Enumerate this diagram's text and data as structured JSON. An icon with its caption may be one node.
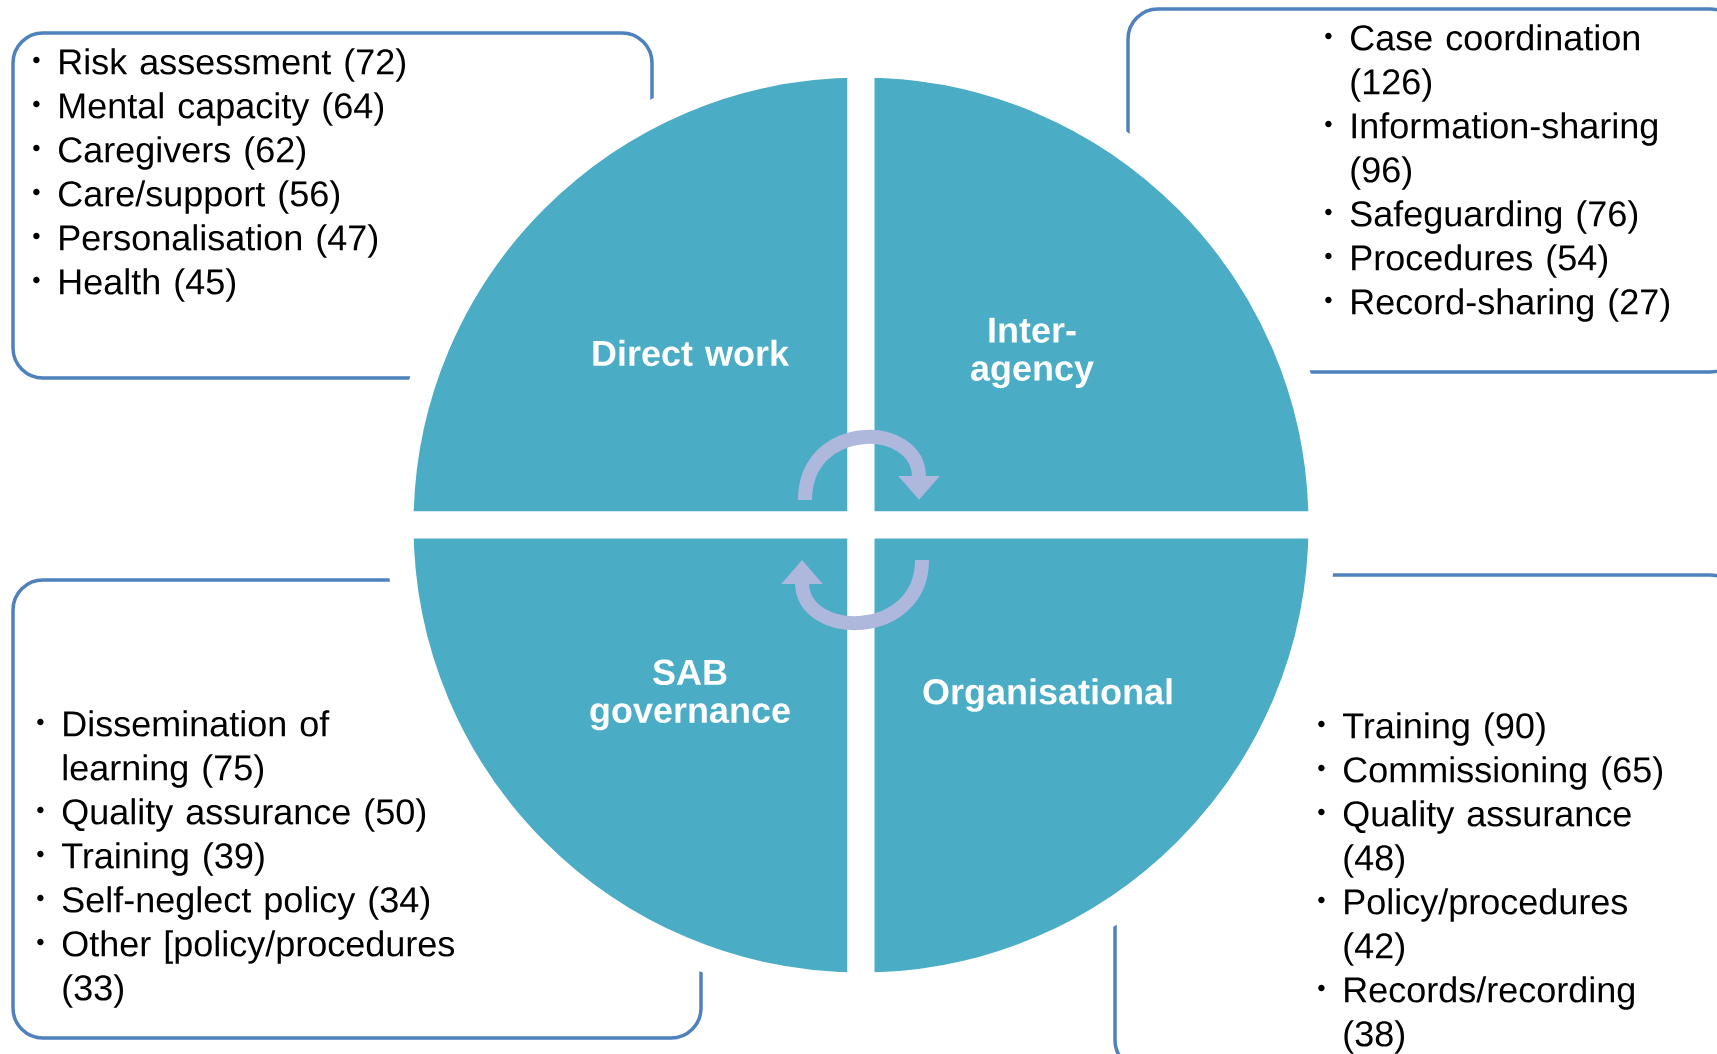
{
  "diagram": {
    "nodes": [
      {
        "text": [
          "Risk assessment (72)",
          "Mental capacity (64)",
          "Caregivers (62)",
          "Care/support (56)",
          "Personalisation (47)",
          "Health (45)"
        ]
      },
      {
        "text": [
          "Case coordination (126)",
          "Information-sharing (96)",
          "Safeguarding (76)",
          "Procedures (54)",
          "Record-sharing (27)"
        ]
      },
      {
        "text": [
          "Dissemination of learning (75)",
          "Quality assurance (50)",
          "Training (39)",
          "Self-neglect policy (34)",
          "Other [policy/procedures (33)"
        ]
      },
      {
        "text": [
          "Training (90)",
          "Commissioning (65)",
          "Quality assurance (48)",
          "Policy/procedures (42)",
          "Records/recording (38)"
        ]
      },
      {
        "text": [
          "Direct work"
        ]
      },
      {
        "text": [
          "Inter- agency"
        ]
      },
      {
        "text": [
          "SAB governance"
        ]
      },
      {
        "text": [
          "Organisational"
        ]
      }
    ],
    "edges": [
      {
        "from": 4,
        "to": 5,
        "arrow": "to"
      },
      {
        "from": 7,
        "to": 6,
        "arrow": "to"
      }
    ]
  }
}
